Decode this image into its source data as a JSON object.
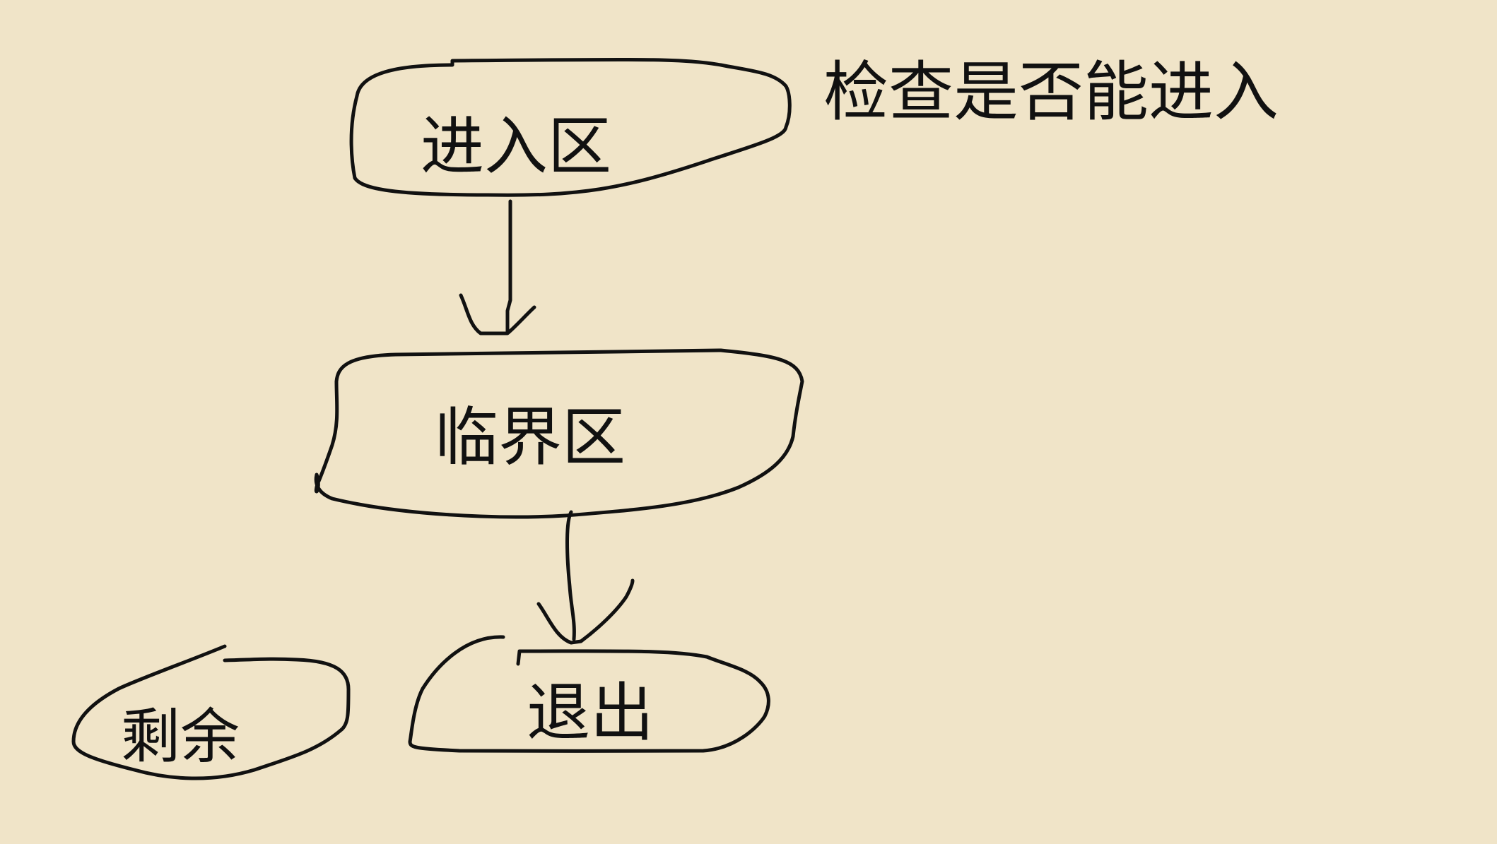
{
  "colors": {
    "background": "#f0e4c8",
    "ink": "#111111"
  },
  "nodes": {
    "enter": {
      "label": "进入区"
    },
    "critical": {
      "label": "临界区"
    },
    "exit": {
      "label": "退出"
    },
    "remainder": {
      "label": "剩余"
    }
  },
  "annotation": {
    "text": "检查是否能进入"
  }
}
